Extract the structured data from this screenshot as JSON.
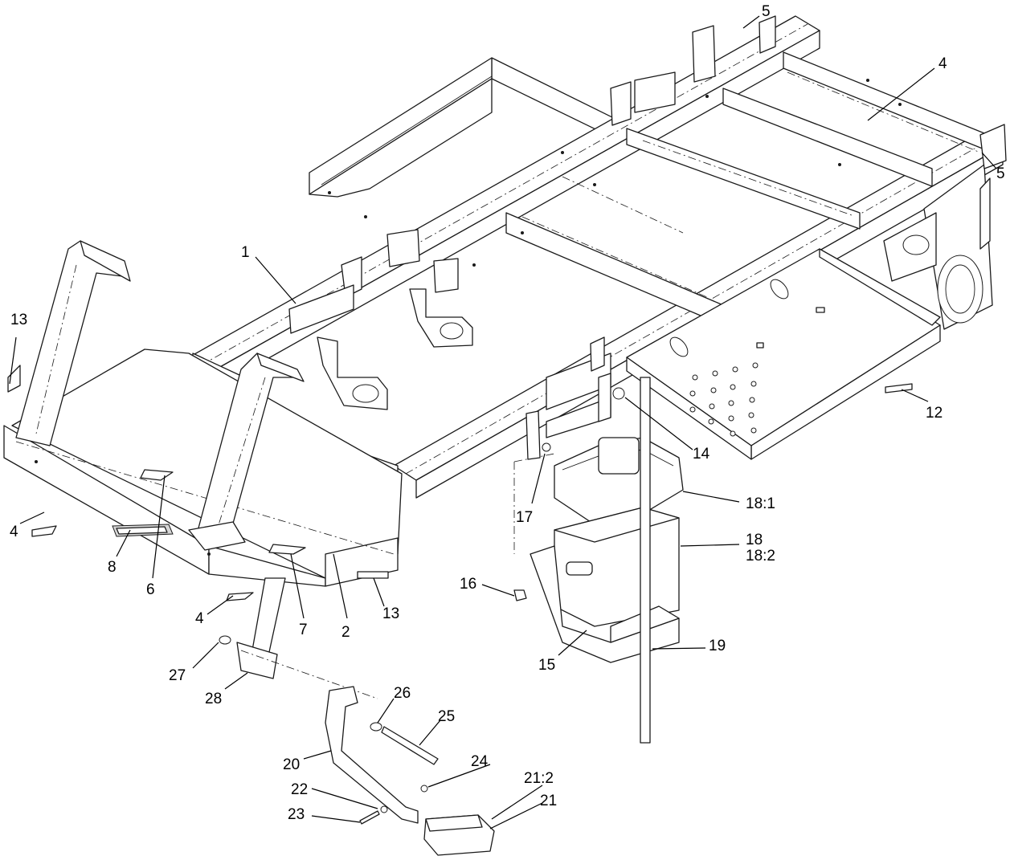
{
  "callouts": [
    {
      "id": "c1",
      "text": "1"
    },
    {
      "id": "c2",
      "text": "2"
    },
    {
      "id": "c4a",
      "text": "4"
    },
    {
      "id": "c4b",
      "text": "4"
    },
    {
      "id": "c4c",
      "text": "4"
    },
    {
      "id": "c5a",
      "text": "5"
    },
    {
      "id": "c5b",
      "text": "5"
    },
    {
      "id": "c6",
      "text": "6"
    },
    {
      "id": "c7",
      "text": "7"
    },
    {
      "id": "c8",
      "text": "8"
    },
    {
      "id": "c12",
      "text": "12"
    },
    {
      "id": "c13a",
      "text": "13"
    },
    {
      "id": "c13b",
      "text": "13"
    },
    {
      "id": "c14",
      "text": "14"
    },
    {
      "id": "c15",
      "text": "15"
    },
    {
      "id": "c16",
      "text": "16"
    },
    {
      "id": "c17",
      "text": "17"
    },
    {
      "id": "c18_1",
      "text": "18:1"
    },
    {
      "id": "c18",
      "text": "18"
    },
    {
      "id": "c18_2",
      "text": "18:2"
    },
    {
      "id": "c19",
      "text": "19"
    },
    {
      "id": "c20",
      "text": "20"
    },
    {
      "id": "c21_2",
      "text": "21:2"
    },
    {
      "id": "c21",
      "text": "21"
    },
    {
      "id": "c22",
      "text": "22"
    },
    {
      "id": "c23",
      "text": "23"
    },
    {
      "id": "c24",
      "text": "24"
    },
    {
      "id": "c25",
      "text": "25"
    },
    {
      "id": "c26",
      "text": "26"
    },
    {
      "id": "c27",
      "text": "27"
    },
    {
      "id": "c28",
      "text": "28"
    }
  ]
}
